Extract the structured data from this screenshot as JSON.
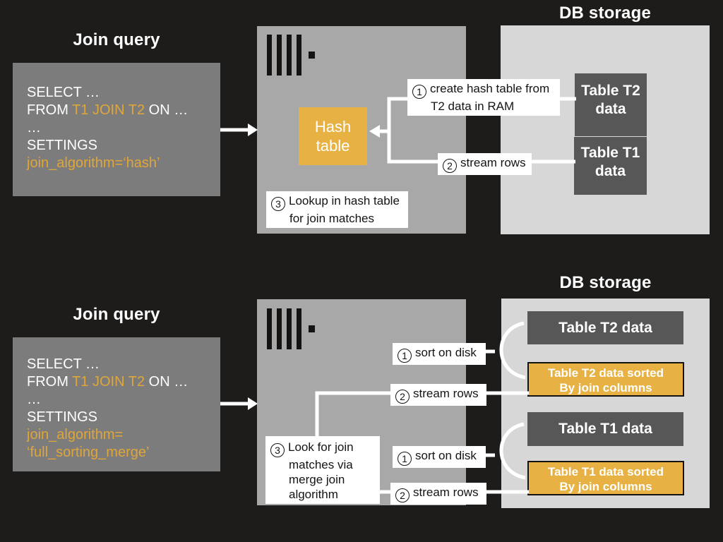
{
  "colors": {
    "background": "#1e1c1a",
    "sql_box_gray": "#7c7c7c",
    "server_gray": "#a8a8a8",
    "db_storage_gray": "#d7d7d7",
    "table_dark_gray": "#575757",
    "accent_orange": "#e7b243",
    "code_orange": "#dfa63c",
    "label_white": "#ffffff",
    "wire_white": "#ffffff",
    "logo_black": "#151312"
  },
  "top": {
    "join_query_title": "Join query",
    "sql": {
      "line1": "SELECT …",
      "line2_from": "FROM ",
      "line2_tables": "T1 JOIN T2",
      "line2_on": " ON …",
      "line3": "…",
      "line4": "SETTINGS",
      "line5": "join_algorithm=‘hash’"
    },
    "server": {
      "hash_table_label": "Hash table"
    },
    "labels": {
      "step1_num": "1",
      "step1_text": "create hash table from T2 data in RAM",
      "step2_num": "2",
      "step2_text": "stream rows",
      "step3_num": "3",
      "step3_text": "Lookup in hash table for join matches"
    },
    "db": {
      "title": "DB storage",
      "t2_label": "Table T2 data",
      "t1_label": "Table T1 data"
    }
  },
  "bottom": {
    "join_query_title": "Join query",
    "sql": {
      "line1": "SELECT …",
      "line2_from": "FROM ",
      "line2_tables": "T1 JOIN T2",
      "line2_on": " ON …",
      "line3": "…",
      "line4": "SETTINGS",
      "line5": "join_algorithm=",
      "line6": "‘full_sorting_merge’"
    },
    "labels": {
      "sort1_num": "1",
      "sort1_text": "sort on disk",
      "stream1_num": "2",
      "stream1_text": "stream rows",
      "step3_num": "3",
      "step3_text": "Look for join matches via merge join algorithm",
      "sort2_num": "1",
      "sort2_text": "sort on disk",
      "stream2_num": "2",
      "stream2_text": "stream rows"
    },
    "db": {
      "title": "DB storage",
      "t2_label": "Table T2 data",
      "t2_sorted_line1": "Table T2 data sorted",
      "t2_sorted_line2": "By join columns",
      "t1_label": "Table T1 data",
      "t1_sorted_line1": "Table T1 data sorted",
      "t1_sorted_line2": "By join columns"
    }
  }
}
